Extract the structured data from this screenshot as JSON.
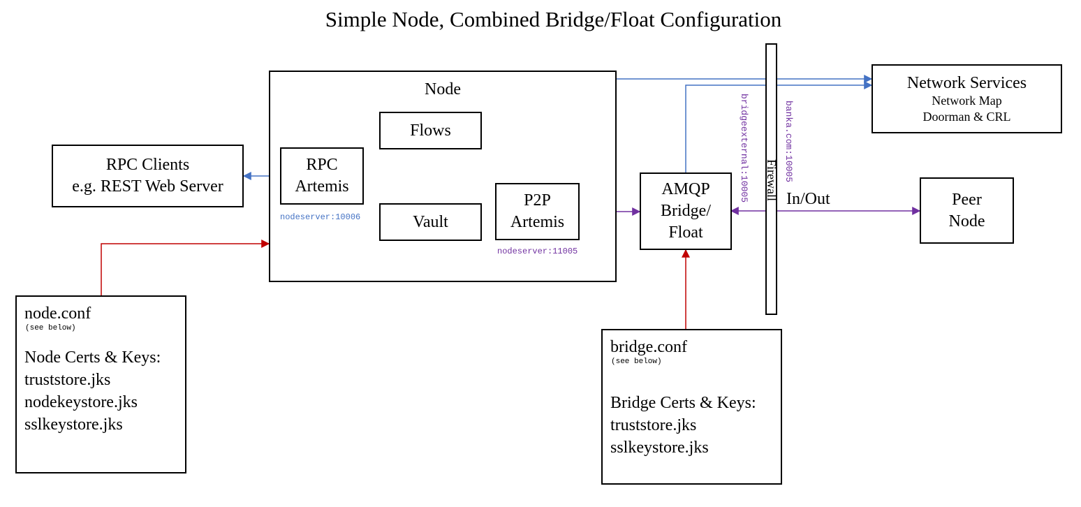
{
  "title": "Simple Node, Combined Bridge/Float Configuration",
  "colors": {
    "blue": "#4472c4",
    "purple": "#7030a0",
    "red": "#c00000",
    "black": "#000000"
  },
  "node": {
    "label": "Node",
    "flows": "Flows",
    "vault": "Vault",
    "rpc_artemis": {
      "line1": "RPC",
      "line2": "Artemis"
    },
    "p2p_artemis": {
      "line1": "P2P",
      "line2": "Artemis"
    },
    "rpc_port": "nodeserver:10006",
    "p2p_port": "nodeserver:11005"
  },
  "rpc_clients": {
    "line1": "RPC Clients",
    "line2": "e.g. REST Web Server"
  },
  "network_services": {
    "line1": "Network Services",
    "line2": "Network Map",
    "line3": "Doorman & CRL"
  },
  "bridge": {
    "line1": "AMQP",
    "line2": "Bridge/",
    "line3": "Float"
  },
  "peer": {
    "line1": "Peer",
    "line2": "Node"
  },
  "in_out": "In/Out",
  "firewall": "Firewall",
  "bridge_external": "bridgeexternal:10005",
  "banka": "banka.com:10005",
  "node_conf": {
    "name": "node.conf",
    "note": "(see below)",
    "heading": "Node Certs & Keys:",
    "files": [
      "truststore.jks",
      "nodekeystore.jks",
      "sslkeystore.jks"
    ]
  },
  "bridge_conf": {
    "name": "bridge.conf",
    "note": "(see below)",
    "heading": "Bridge Certs & Keys:",
    "files": [
      "truststore.jks",
      "sslkeystore.jks"
    ]
  }
}
